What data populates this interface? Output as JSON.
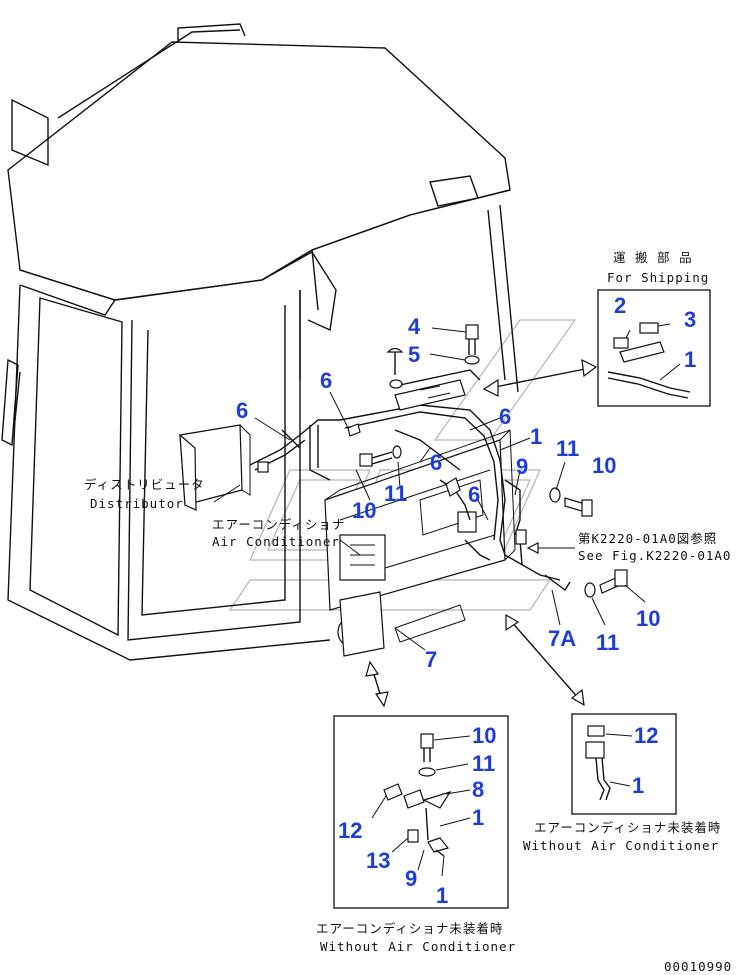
{
  "labels": {
    "for_shipping_jp": "運 搬 部 品",
    "for_shipping_en": "For Shipping",
    "distributor_jp": "ディストリビュータ",
    "distributor_en": "Distributor",
    "aircon_jp": "エアーコンディショナ",
    "aircon_en": "Air Conditioner",
    "see_fig_jp": "第K2220-01A0図参照",
    "see_fig_en": "See Fig.K2220-01A0",
    "without_ac_jp_right": "エアーコンディショナ未装着時",
    "without_ac_en_right": "Without Air Conditioner",
    "without_ac_jp_bottom": "エアーコンディショナ未装着時",
    "without_ac_en_bottom": "Without Air Conditioner",
    "drawing_number": "00010990"
  },
  "part_numbers": {
    "p4": "4",
    "p5": "5",
    "p6a": "6",
    "p6b": "6",
    "p6c": "6",
    "p6d": "6",
    "p6e": "6",
    "p1a": "1",
    "p9a": "9",
    "p11a": "11",
    "p10a": "10",
    "p11b": "11",
    "p10b": "10",
    "p7": "7",
    "p7a": "7A",
    "p11c": "11",
    "p10c": "10",
    "s2": "2",
    "s3": "3",
    "s1": "1",
    "r12": "12",
    "r1": "1",
    "b10": "10",
    "b11": "11",
    "b8": "8",
    "b1a": "1",
    "b12": "12",
    "b13": "13",
    "b9": "9",
    "b1b": "1"
  },
  "colors": {
    "callout": "#1d3dd8",
    "line": "#111111"
  }
}
